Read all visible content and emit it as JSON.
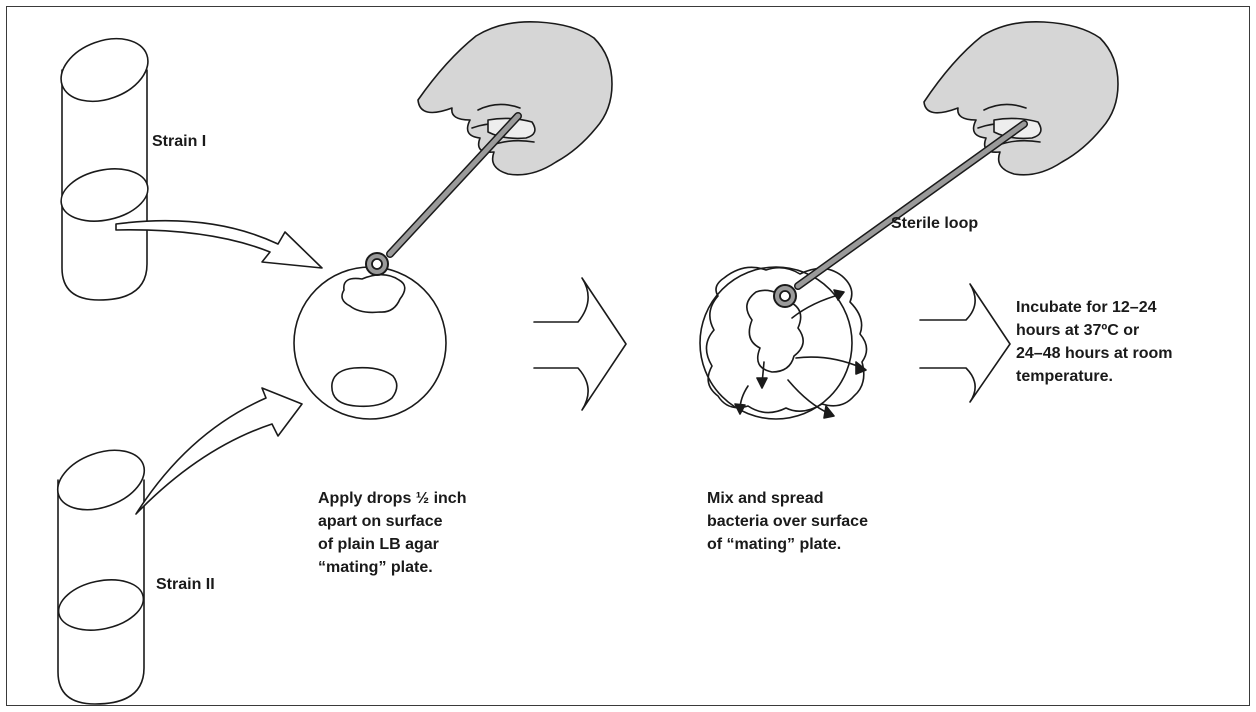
{
  "labels": {
    "strain_1": "Strain I",
    "strain_2": "Strain II",
    "sterile_loop": "Sterile loop",
    "apply_drops": [
      "Apply drops ½ inch",
      "apart on surface",
      "of plain LB agar",
      "“mating” plate."
    ],
    "mix_spread": [
      "Mix and spread",
      "bacteria over surface",
      "of “mating” plate."
    ],
    "incubate": [
      "Incubate for 12–24",
      "hours at 37ºC or",
      "24–48 hours at room",
      "temperature."
    ]
  },
  "colors": {
    "line": "#1a1a1a",
    "glove_fill": "#d6d6d6",
    "loop_fill": "#9a9a9a",
    "frame": "#3a3a3a"
  }
}
